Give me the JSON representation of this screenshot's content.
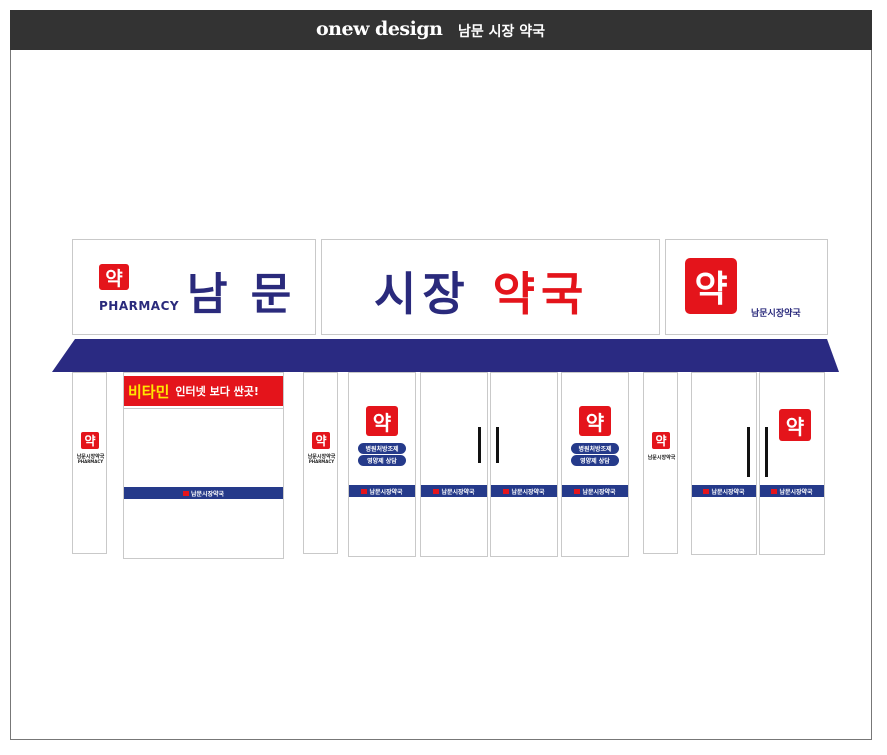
{
  "header": {
    "brand": "onew design",
    "title": "남문 시장 약국"
  },
  "sign_left": {
    "logo_char": "약",
    "pharmacy": "PHARMACY",
    "name": "남 문"
  },
  "sign_center": {
    "part1": "시장",
    "part2": "약국"
  },
  "sign_right": {
    "logo_char": "약",
    "caption": "남문시장약국"
  },
  "banner": {
    "highlight": "비타민",
    "text": "인터넷 보다 싼곳!"
  },
  "door_logo_char": "약",
  "pills": {
    "line1": "병원처방조제",
    "line2": "영양제 상담"
  },
  "strip_label": "남문시장약국",
  "column_small_caption": "남문시장약국",
  "column_small_sub": "PHARMACY",
  "colors": {
    "navy": "#2a2a7c",
    "red": "#e4141b",
    "awning": "#2a2a82",
    "strip": "#253a8a",
    "header_bg": "#333333"
  }
}
